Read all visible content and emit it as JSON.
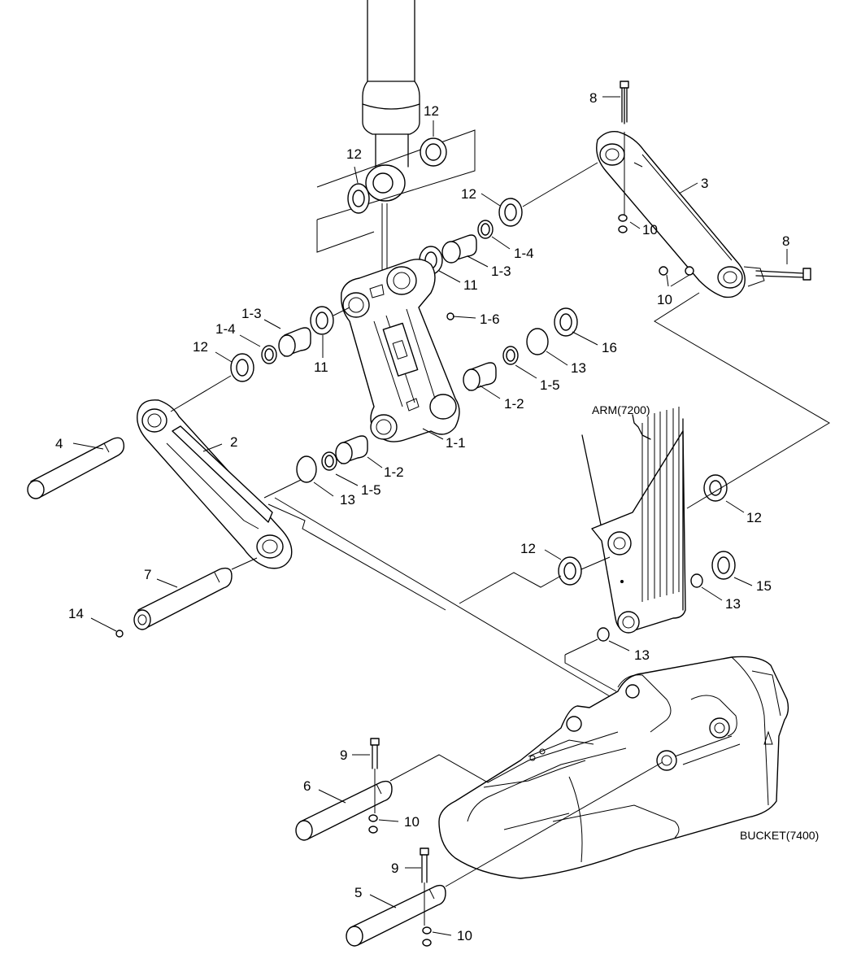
{
  "callouts": [
    {
      "id": "c-12a",
      "text": "12"
    },
    {
      "id": "c-12b",
      "text": "12"
    },
    {
      "id": "c-8a",
      "text": "8"
    },
    {
      "id": "c-3",
      "text": "3"
    },
    {
      "id": "c-12c",
      "text": "12"
    },
    {
      "id": "c-10a",
      "text": "10"
    },
    {
      "id": "c-8b",
      "text": "8"
    },
    {
      "id": "c-1-4a",
      "text": "1-4"
    },
    {
      "id": "c-1-3a",
      "text": "1-3"
    },
    {
      "id": "c-11a",
      "text": "11"
    },
    {
      "id": "c-10b",
      "text": "10"
    },
    {
      "id": "c-1-3b",
      "text": "1-3"
    },
    {
      "id": "c-1-4b",
      "text": "1-4"
    },
    {
      "id": "c-1-6",
      "text": "1-6"
    },
    {
      "id": "c-16",
      "text": "16"
    },
    {
      "id": "c-12d",
      "text": "12"
    },
    {
      "id": "c-11b",
      "text": "11"
    },
    {
      "id": "c-13a",
      "text": "13"
    },
    {
      "id": "c-1-5a",
      "text": "1-5"
    },
    {
      "id": "c-1-2a",
      "text": "1-2"
    },
    {
      "id": "c-4",
      "text": "4"
    },
    {
      "id": "c-2",
      "text": "2"
    },
    {
      "id": "c-1-1",
      "text": "1-1"
    },
    {
      "id": "c-1-2b",
      "text": "1-2"
    },
    {
      "id": "c-1-5b",
      "text": "1-5"
    },
    {
      "id": "c-13b",
      "text": "13"
    },
    {
      "id": "c-12e",
      "text": "12"
    },
    {
      "id": "c-12f",
      "text": "12"
    },
    {
      "id": "c-7",
      "text": "7"
    },
    {
      "id": "c-15",
      "text": "15"
    },
    {
      "id": "c-13c",
      "text": "13"
    },
    {
      "id": "c-14",
      "text": "14"
    },
    {
      "id": "c-13d",
      "text": "13"
    },
    {
      "id": "c-9a",
      "text": "9"
    },
    {
      "id": "c-6",
      "text": "6"
    },
    {
      "id": "c-10c",
      "text": "10"
    },
    {
      "id": "c-9b",
      "text": "9"
    },
    {
      "id": "c-5",
      "text": "5"
    },
    {
      "id": "c-10d",
      "text": "10"
    }
  ],
  "arm_label": "ARM(7200)",
  "bucket_label": "BUCKET(7400)"
}
